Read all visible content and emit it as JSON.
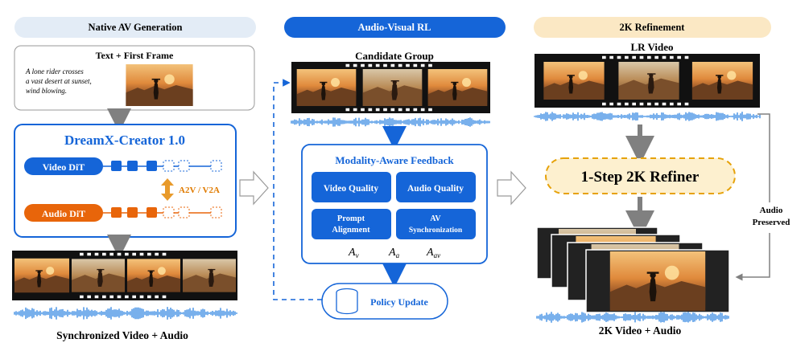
{
  "headers": {
    "native": "Native AV Generation",
    "rl": "Audio-Visual RL",
    "refine": "2K Refinement"
  },
  "column1": {
    "input_title": "Text + First Frame",
    "prompt_lines": [
      "A lone rider crosses",
      "a vast desert at sunset,",
      "wind blowing."
    ],
    "creator_title": "DreamX-Creator 1.0",
    "video_dit": "Video DiT",
    "audio_dit": "Audio DiT",
    "cross_label": "A2V / V2A",
    "output_caption": "Synchronized Video + Audio"
  },
  "column2": {
    "candidate_title": "Candidate Group",
    "feedback_title": "Modality-Aware Feedback",
    "metrics": [
      "Video Quality",
      "Audio Quality"
    ],
    "metrics_two_line": [
      [
        "Prompt",
        "Alignment"
      ],
      [
        "AV",
        "Synchronization"
      ]
    ],
    "advantages": [
      {
        "base": "A",
        "sub": "v"
      },
      {
        "base": "A",
        "sub": "a"
      },
      {
        "base": "A",
        "sub": "av"
      }
    ],
    "policy_update": "Policy Update"
  },
  "column3": {
    "lr_title": "LR Video",
    "refiner": "1-Step 2K Refiner",
    "audio_preserved": [
      "Audio",
      "Preserved"
    ],
    "output_caption": "2K Video + Audio"
  },
  "colors": {
    "primary_blue": "#1565d8",
    "audio_orange": "#e8650a",
    "cross_arrow": "#e89a2a",
    "refiner_border": "#e6a20a",
    "refiner_fill": "#fdf0cf",
    "native_header_bg": "#e3ecf6",
    "refine_header_bg": "#fbe8c4",
    "waveform": "#1f7be0"
  },
  "icons": [
    "database-icon",
    "a2v-v2a-arrow-icon"
  ]
}
